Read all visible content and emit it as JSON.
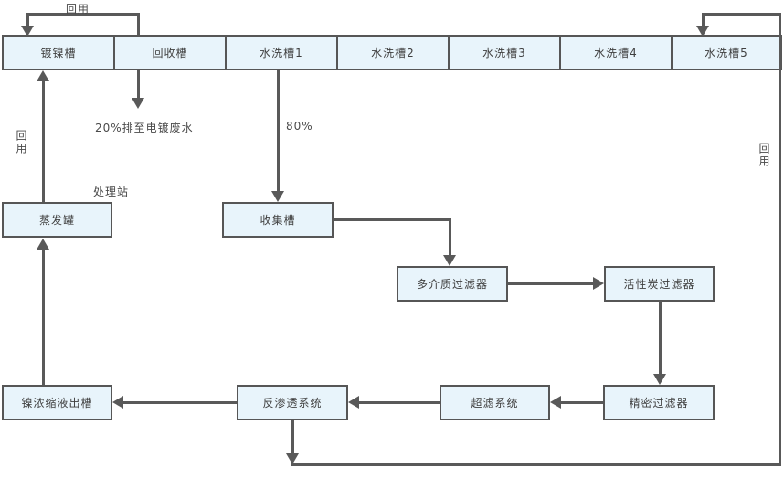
{
  "colors": {
    "box_fill": "#e8f4fb",
    "box_border": "#565656",
    "connector": "#595959",
    "text": "#3f3f3f"
  },
  "top_row": {
    "tanks": [
      {
        "label": "镀镍槽"
      },
      {
        "label": "回收槽"
      },
      {
        "label": "水洗槽1"
      },
      {
        "label": "水洗槽2"
      },
      {
        "label": "水洗槽3"
      },
      {
        "label": "水洗槽4"
      },
      {
        "label": "水洗槽5"
      }
    ]
  },
  "nodes": {
    "evaporator": {
      "label": "蒸发罐"
    },
    "collection_tank": {
      "label": "收集槽"
    },
    "multimedia_filter": {
      "label": "多介质过滤器"
    },
    "activated_carbon_filter": {
      "label": "活性炭过滤器"
    },
    "nickel_concentrate_tank": {
      "label": "镍浓缩液出槽"
    },
    "reverse_osmosis_system": {
      "label": "反渗透系统"
    },
    "ultrafiltration_system": {
      "label": "超滤系统"
    },
    "precision_filter": {
      "label": "精密过滤器"
    }
  },
  "annotations": {
    "reuse_top_left": "回用",
    "reuse_left": "回用",
    "reuse_right": "回用",
    "discharge_20": "20%排至电镀废水",
    "flow_80": "80%",
    "treatment_station": "处理站"
  }
}
